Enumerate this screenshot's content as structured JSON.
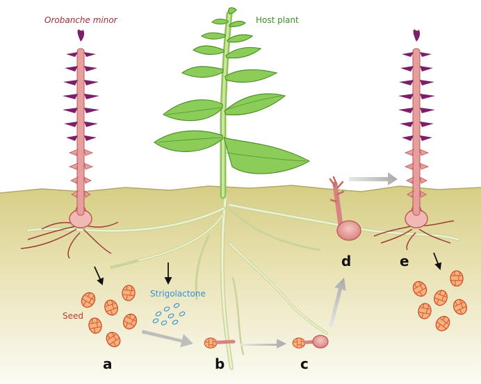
{
  "labels": {
    "species": "Orobanche minor",
    "host": "Host plant",
    "strigolactone": "Strigolactone",
    "seed": "Seed"
  },
  "stages": [
    "a",
    "b",
    "c",
    "d",
    "e"
  ],
  "colors": {
    "species_label": "#9b2c3a",
    "host_label": "#3f8f2a",
    "strigolactone_label": "#3a8fd0",
    "seed_label": "#c0392b",
    "soil_top": "#d8cf8a",
    "soil_bottom": "#fbfaf2",
    "host_stem": "#a9d36b",
    "host_leaf": "#8ccd5a",
    "root": "#d9e0b0",
    "broomrape_stem": "#e79e9c",
    "broomrape_flower": "#7b1f6a",
    "seed_fill": "#f6b27a",
    "seed_outline": "#d0452f",
    "arrow_grey": "#b7b7b7"
  }
}
